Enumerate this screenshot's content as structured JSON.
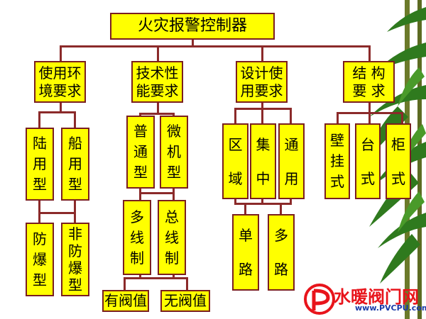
{
  "root": "火灾报警控制器",
  "categories": [
    {
      "label": [
        "使用环",
        "境要求"
      ],
      "children": [
        {
          "label": [
            "陆",
            "用",
            "型"
          ]
        },
        {
          "label": [
            "船",
            "用",
            "型"
          ]
        }
      ],
      "sub_children": [
        {
          "label": [
            "防",
            "爆",
            "型"
          ]
        },
        {
          "label": [
            "非",
            "防",
            "爆",
            "型"
          ]
        }
      ]
    },
    {
      "label": [
        "技术性",
        "能要求"
      ],
      "children": [
        {
          "label": [
            "普",
            "通",
            "型"
          ]
        },
        {
          "label": [
            "微",
            "机",
            "型"
          ]
        }
      ],
      "sub_children": [
        {
          "label": [
            "多",
            "线",
            "制"
          ]
        },
        {
          "label": [
            "总",
            "线",
            "制"
          ]
        }
      ],
      "leaves": [
        "有阀值",
        "无阀值"
      ]
    },
    {
      "label": [
        "设计使",
        "用要求"
      ],
      "children": [
        {
          "label": [
            "区",
            "域"
          ]
        },
        {
          "label": [
            "集",
            "中"
          ]
        },
        {
          "label": [
            "通",
            "用"
          ]
        }
      ],
      "sub_children": [
        {
          "label": [
            "单",
            "路"
          ]
        },
        {
          "label": [
            "多",
            "路"
          ]
        }
      ]
    },
    {
      "label": [
        "结 构",
        "要 求"
      ],
      "children": [
        {
          "label": [
            "壁",
            "挂",
            "式"
          ]
        },
        {
          "label": [
            "台",
            "式"
          ]
        },
        {
          "label": [
            "柜",
            "式"
          ]
        }
      ]
    }
  ],
  "watermark": {
    "site_name": "水暖阀门网",
    "url": "www.PVCPU.com"
  },
  "colors": {
    "box_fill": "#ffff00",
    "box_border": "#7a1f1f",
    "connector": "#8b2a2a",
    "watermark_red": "#e8141b"
  }
}
